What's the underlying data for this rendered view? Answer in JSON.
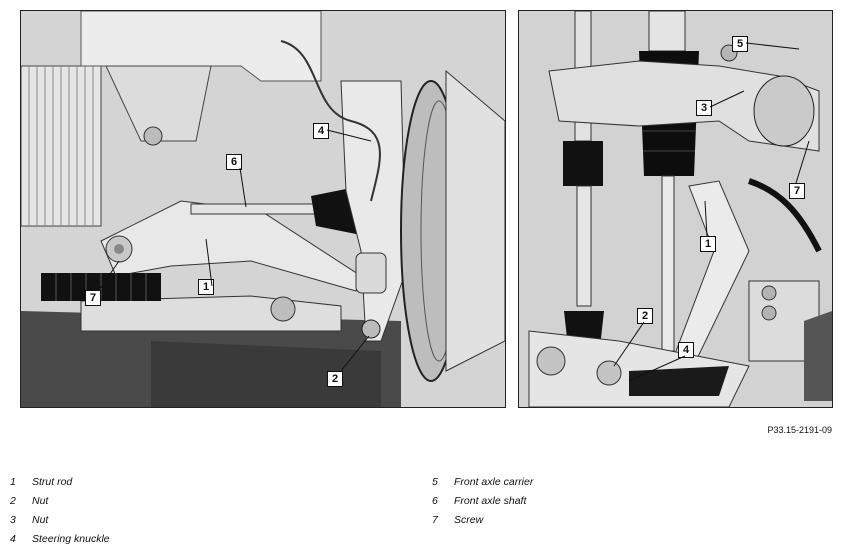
{
  "callouts_left": [
    "1",
    "2",
    "4",
    "6",
    "7"
  ],
  "callouts_right": [
    "1",
    "2",
    "3",
    "4",
    "5",
    "7"
  ],
  "reference": "P33.15-2191-09",
  "legend": [
    {
      "num": "1",
      "label": "Strut rod"
    },
    {
      "num": "2",
      "label": "Nut"
    },
    {
      "num": "3",
      "label": "Nut"
    },
    {
      "num": "4",
      "label": "Steering knuckle"
    },
    {
      "num": "5",
      "label": "Front axle carrier"
    },
    {
      "num": "6",
      "label": "Front axle shaft"
    },
    {
      "num": "7",
      "label": "Screw"
    }
  ]
}
